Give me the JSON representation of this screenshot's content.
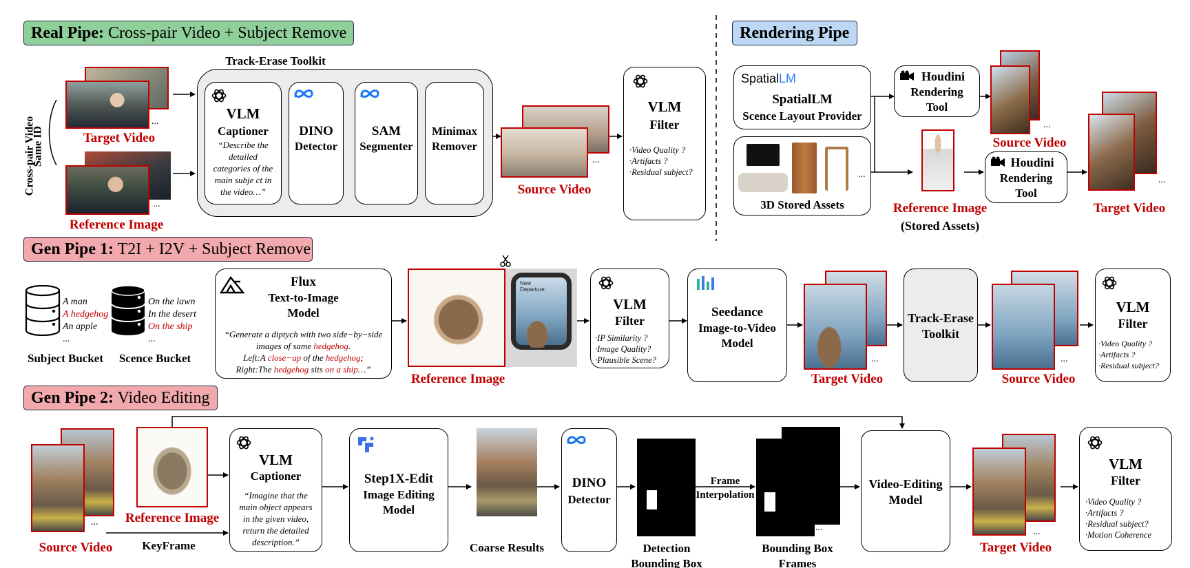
{
  "real_pipe": {
    "header_bold": "Real Pipe:",
    "header_rest": " Cross-pair Video + Subject Remove",
    "side_label_1": "Cross-pair Video",
    "side_label_2": "Same ID",
    "target_label": "Target Video",
    "reference_label": "Reference Image",
    "toolkit_title": "Track-Erase Toolkit",
    "vlm_title": "VLM",
    "captioner": "Captioner",
    "captioner_prompt": "“Describe the detailed categories of the main subje ct in the video…”",
    "dino_1": "DINO",
    "dino_2": "Detector",
    "sam_1": "SAM",
    "sam_2": "Segmenter",
    "minimax_1": "Minimax",
    "minimax_2": "Remover",
    "source_label": "Source Video",
    "filter_title": "VLM",
    "filter_sub": "Filter",
    "filter_q1": "·Video Quality ?",
    "filter_q2": "·Artifacts ?",
    "filter_q3": "·Residual subject?",
    "ellipsis": "..."
  },
  "rendering_pipe": {
    "header": "Rendering Pipe",
    "spatiallm_logo_a": "Spatial",
    "spatiallm_logo_b": "LM",
    "spatiallm_title": "SpatialLM",
    "spatiallm_sub": "Scence Layout Provider",
    "assets_label": "3D Stored Assets",
    "houdini_1": "Houdini",
    "houdini_2": "Rendering",
    "houdini_3": "Tool",
    "source_label": "Source Video",
    "reference_label": "Reference Image",
    "reference_sub": "(Stored Assets)",
    "target_label": "Target Video",
    "ellipsis": "..."
  },
  "gen_pipe_1": {
    "header_bold": "Gen Pipe 1:",
    "header_rest": " T2I + I2V + Subject Remove",
    "subject_items": [
      "A man",
      "A hedgehog",
      "An apple",
      "..."
    ],
    "scene_items": [
      "On the lawn",
      "In the desert",
      "On the ship",
      "..."
    ],
    "subject_bucket": "Subject Bucket",
    "scene_bucket": "Scence Bucket",
    "flux_title": "Flux",
    "flux_sub1": "Text-to-Image",
    "flux_sub2": "Model",
    "flux_prompt_1a": "“Generate a diptych with two side−by−side",
    "flux_prompt_2a": "images of same ",
    "flux_prompt_2b": "hedgehog",
    "flux_prompt_2c": ".",
    "flux_prompt_3a": "Left:A ",
    "flux_prompt_3b": "close−up",
    "flux_prompt_3c": " of the ",
    "flux_prompt_3d": "hedgehog",
    "flux_prompt_3e": ";",
    "flux_prompt_4a": "Right:The ",
    "flux_prompt_4b": "hedgehog",
    "flux_prompt_4c": " sits ",
    "flux_prompt_4d": "on a ship",
    "flux_prompt_4e": "…”",
    "reference_label": "Reference Image",
    "window_text_1": "New",
    "window_text_2": "Departure:",
    "filter_title": "VLM",
    "filter_sub": "Filter",
    "filter_q1": "·IP Similarity ?",
    "filter_q2": "·Image Quality?",
    "filter_q3": "·Plausible Scene?",
    "seedance_1": "Seedance",
    "seedance_2": "Image-to-Video",
    "seedance_3": "Model",
    "target_label": "Target Video",
    "toolkit_1": "Track-Erase",
    "toolkit_2": "Toolkit",
    "source_label": "Source Video",
    "filter2_title": "VLM",
    "filter2_sub": "Filter",
    "filter2_q1": "·Video Quality ?",
    "filter2_q2": "·Artifacts ?",
    "filter2_q3": "·Residual subject?",
    "ellipsis": "..."
  },
  "gen_pipe_2": {
    "header_bold": "Gen Pipe 2:",
    "header_rest": " Video Editing",
    "source_label": "Source Video",
    "keyframe_label": "KeyFrame",
    "reference_label": "Reference Image",
    "vlm_title": "VLM",
    "captioner": "Captioner",
    "captioner_prompt": "“Imagine that the main object appears in the given video, return the detailed description.”",
    "step_1": "Step1X-Edit",
    "step_2": "Image Editing",
    "step_3": "Model",
    "coarse_label": "Coarse Results",
    "dino_1": "DINO",
    "dino_2": "Detector",
    "detection_1": "Detection",
    "detection_2": "Bounding Box",
    "frame_interp_1": "Frame",
    "frame_interp_2": "Interpolation",
    "bbox_frames_1": "Bounding Box",
    "bbox_frames_2": "Frames",
    "video_edit_1": "Video-Editing",
    "video_edit_2": "Model",
    "target_label": "Target Video",
    "filter_title": "VLM",
    "filter_sub": "Filter",
    "filter_q1": "·Video Quality ?",
    "filter_q2": "·Artifacts ?",
    "filter_q3": "·Residual subject?",
    "filter_q4": "·Motion Coherence",
    "ellipsis": "..."
  },
  "icons": [
    "openai-icon",
    "meta-icon",
    "black-forest-icon",
    "seedance-icon",
    "step-icon",
    "camera-icon",
    "scissors-icon",
    "database-icon"
  ],
  "colors": {
    "real_pipe": "#8fcf9a",
    "gen_pipe": "#f2a9ad",
    "rendering_pipe": "#bcd8f5",
    "highlight_red": "#c00000",
    "toolkit_grey": "#ececec"
  }
}
